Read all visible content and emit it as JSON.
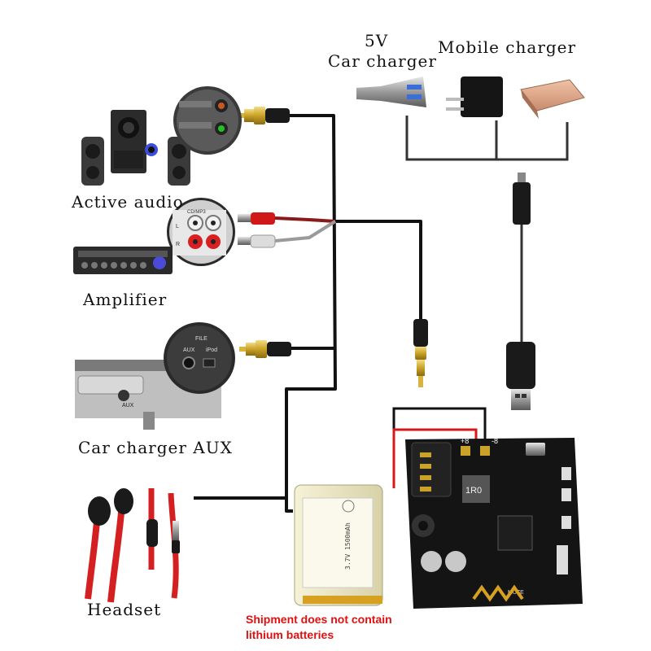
{
  "labels": {
    "car_charger_5v": "5V",
    "car_charger": "Car charger",
    "mobile_charger": "Mobile charger",
    "active_audio": "Active audio",
    "amplifier": "Amplifier",
    "car_charger_aux": "Car charger AUX",
    "headset": "Headset"
  },
  "notice": {
    "line1": "Shipment does not contain",
    "line2": "lithium batteries"
  },
  "device_text": {
    "rca_top": "CD/MP3",
    "rca_side_l": "L",
    "rca_side_r": "R",
    "aux_file": "FILE",
    "aux_label": "AUX",
    "aux_ipod": "iPod",
    "aux_small": "AUX",
    "battery_capacity": "3.7V 1500mAh",
    "board_plus": "+8",
    "board_minus": "-8",
    "board_ic": "1R0",
    "board_mute": "MUTE"
  },
  "colors": {
    "wire": "#111111",
    "red_wire": "#d81818",
    "headset": "#d42020",
    "gold": "#c9a227",
    "board": "#141414",
    "notice": "#e01010"
  }
}
